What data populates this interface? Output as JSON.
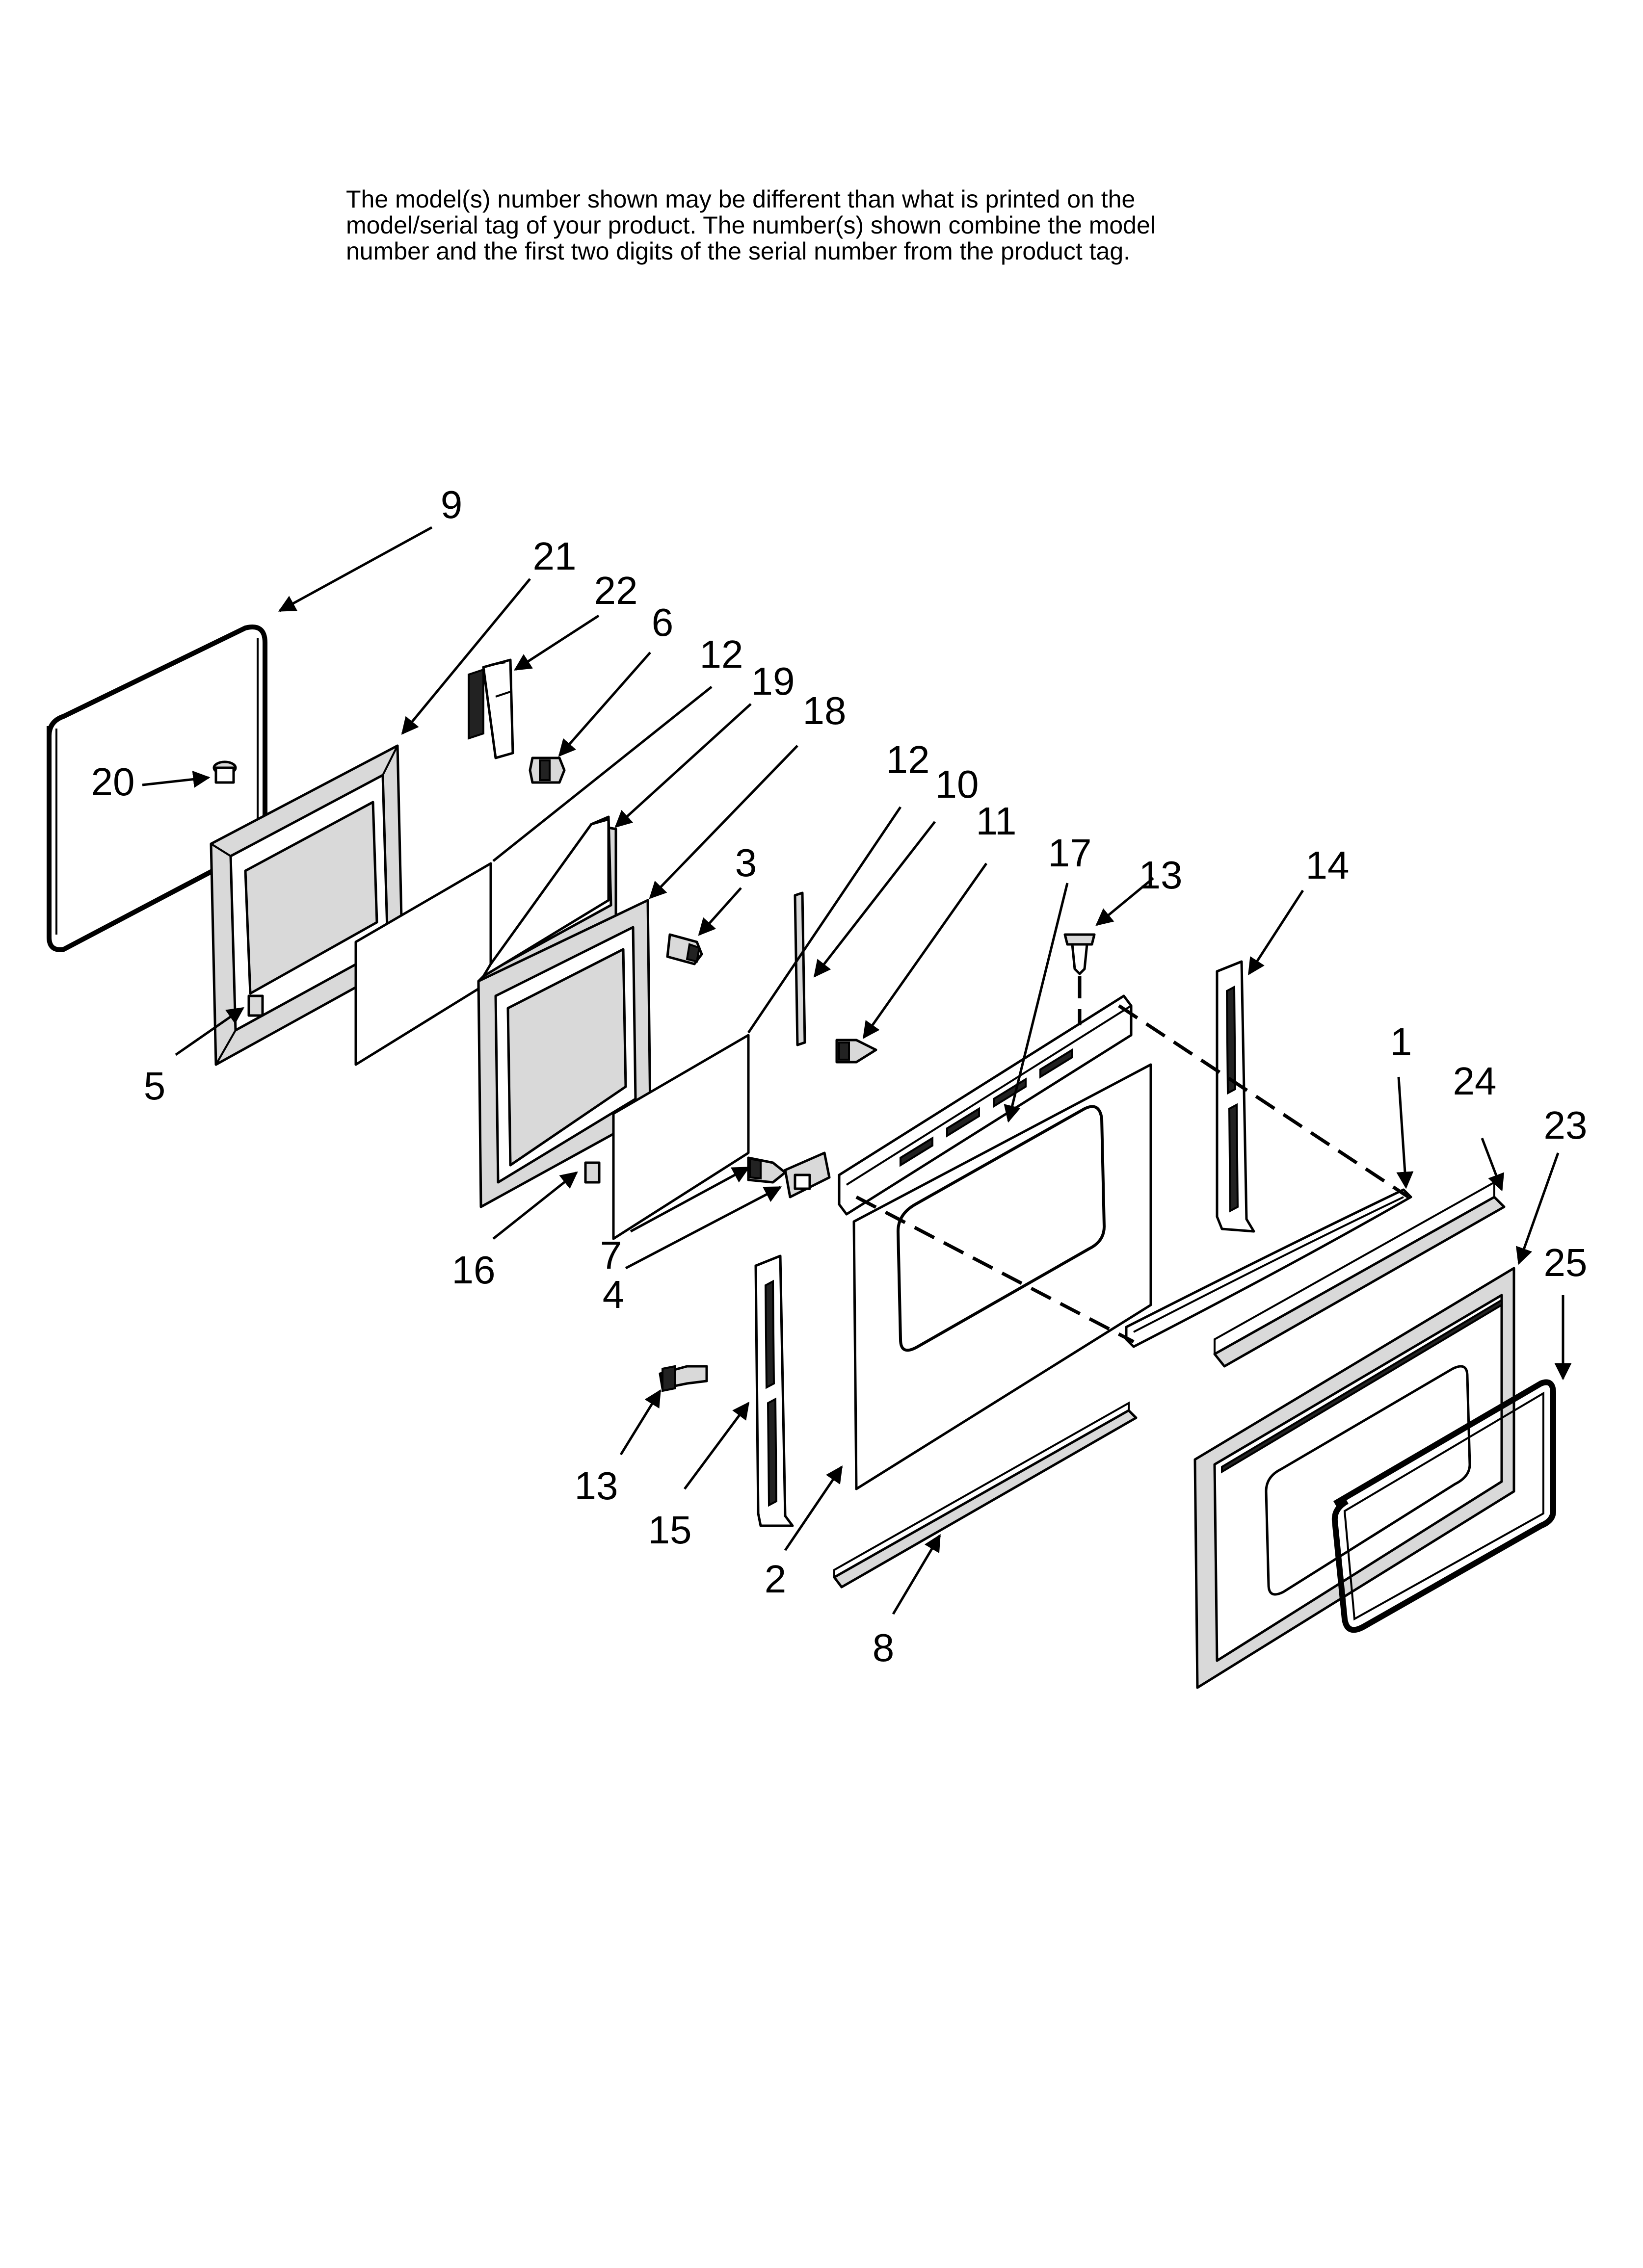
{
  "notice": {
    "lines": [
      "The model(s) number shown may be different than what is printed on the",
      "model/serial tag of your product. The number(s) shown combine the model",
      "number and the first two digits of the serial number from the product tag."
    ]
  },
  "callouts": {
    "c9": "9",
    "c21": "21",
    "c22": "22",
    "c6": "6",
    "c12a": "12",
    "c19": "19",
    "c18": "18",
    "c20": "20",
    "c3": "3",
    "c5": "5",
    "c12b": "12",
    "c10": "10",
    "c11": "11",
    "c17": "17",
    "c13a": "13",
    "c14": "14",
    "c1": "1",
    "c24": "24",
    "c23": "23",
    "c25": "25",
    "c16": "16",
    "c7": "7",
    "c4": "4",
    "c13b": "13",
    "c15": "15",
    "c2": "2",
    "c8": "8"
  }
}
